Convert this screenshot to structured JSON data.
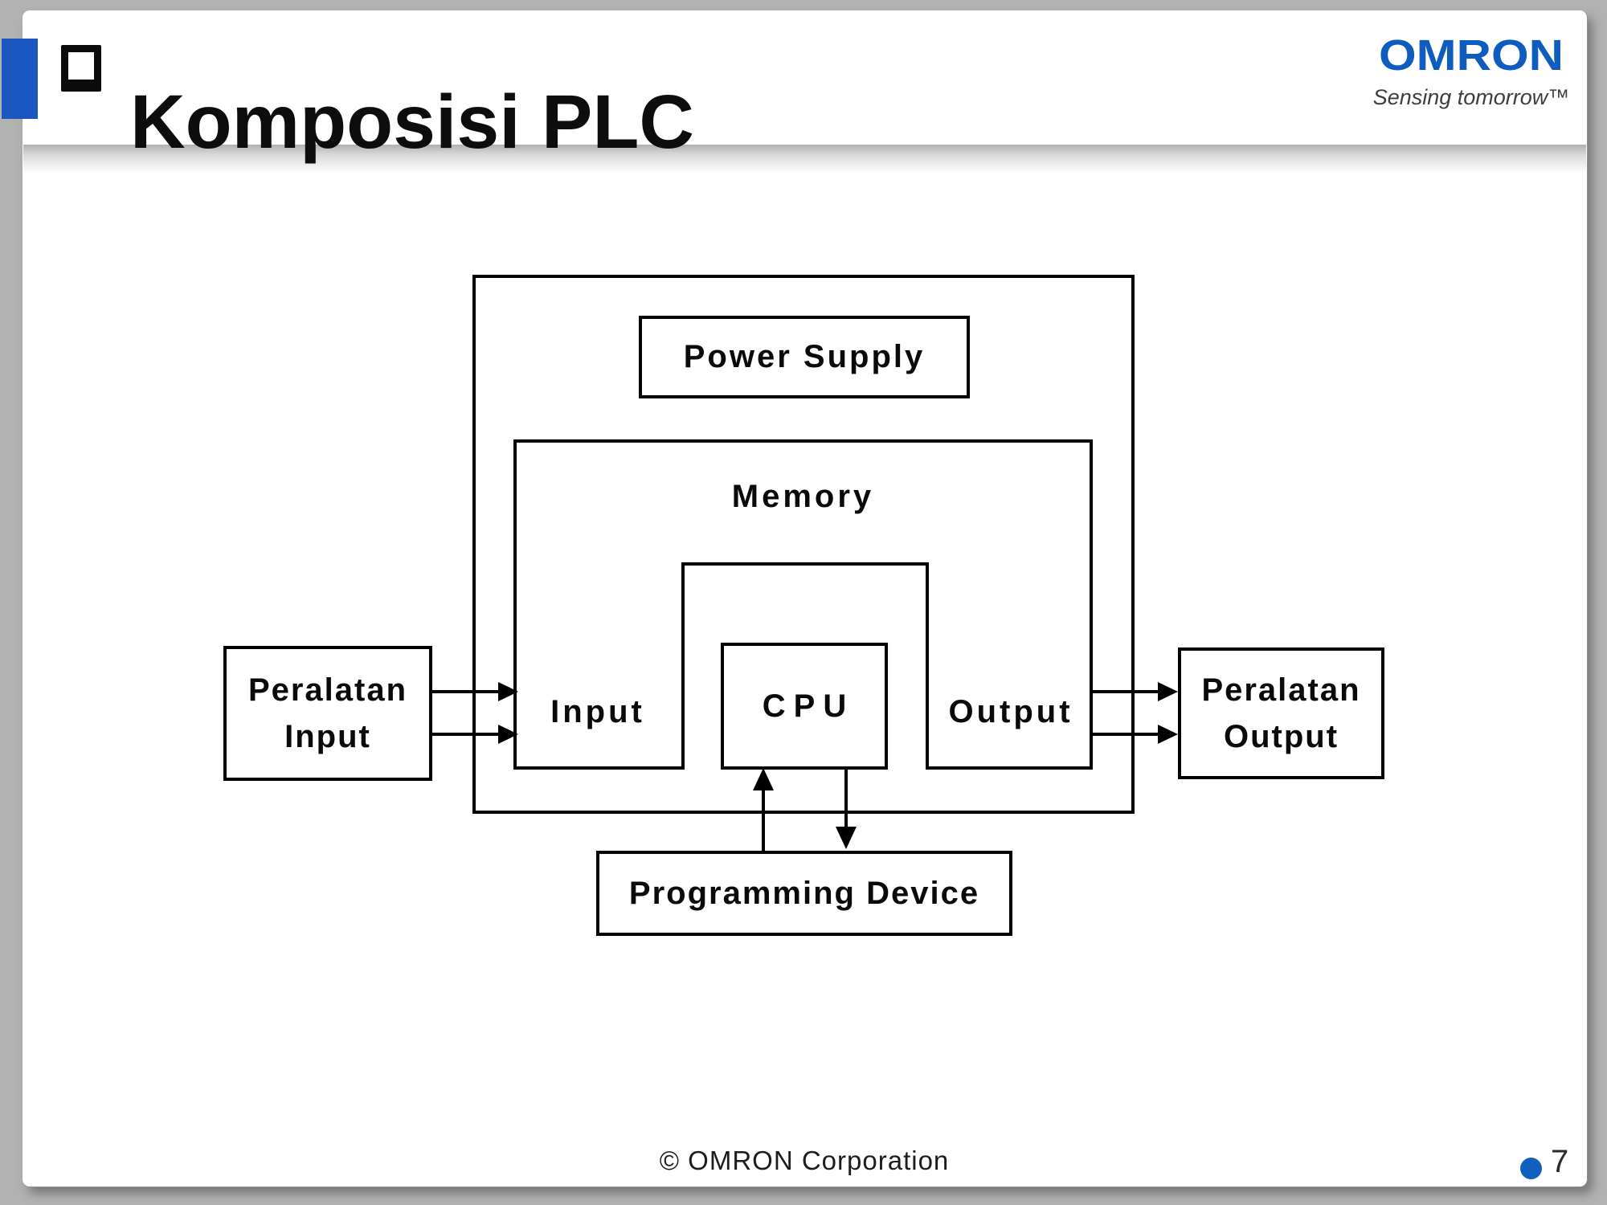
{
  "header": {
    "title": "Komposisi PLC",
    "bullet_glyph": "❑"
  },
  "logo": {
    "brand": "OMRON",
    "tagline": "Sensing tomorrow™"
  },
  "diagram": {
    "power_supply": "Power Supply",
    "memory": "Memory",
    "input": "Input",
    "cpu": "CPU",
    "output": "Output",
    "peralatan_input": {
      "line1": "Peralatan",
      "line2": "Input"
    },
    "peralatan_output": {
      "line1": "Peralatan",
      "line2": "Output"
    },
    "programming_device": "Programming Device"
  },
  "footer": {
    "copyright": "© OMRON Corporation",
    "page_number": "7"
  },
  "colors": {
    "accent_blue": "#0e5cbe",
    "title_bar_blue": "#1a56c0",
    "page_dot_blue": "#1060c0"
  }
}
